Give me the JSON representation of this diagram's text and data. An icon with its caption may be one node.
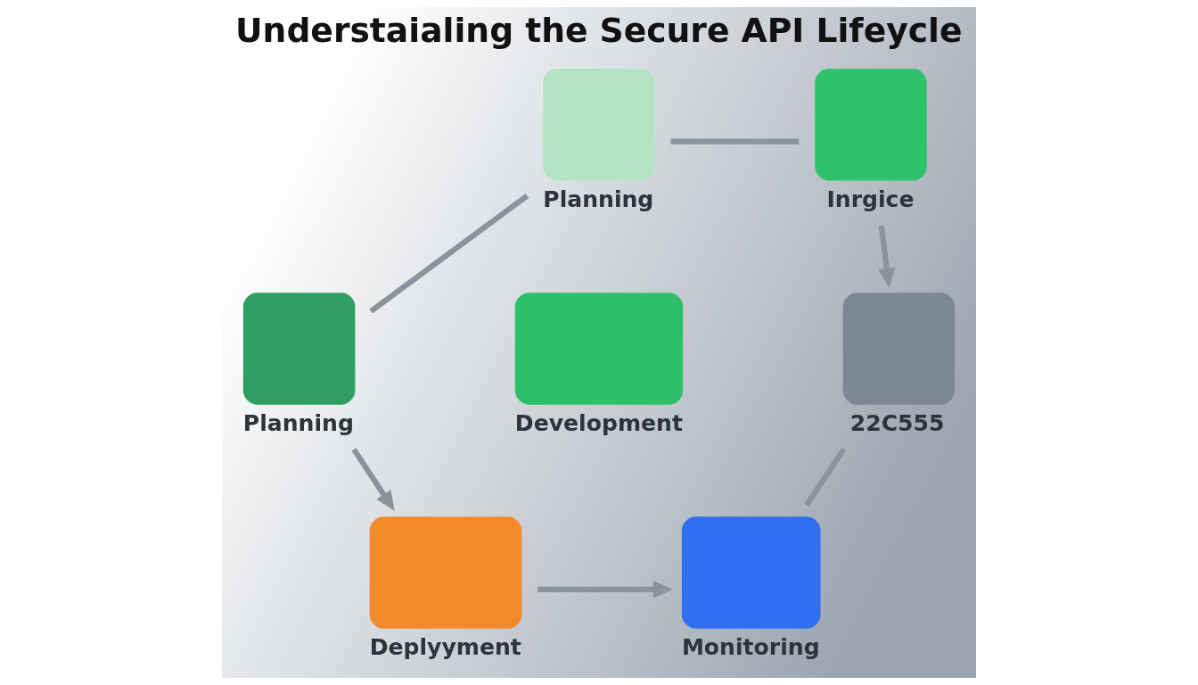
{
  "diagram": {
    "title": "Understaialing the Secure API Lifeycle",
    "nodes": [
      {
        "text": [
          "Planning"
        ]
      },
      {
        "text": [
          "Inrgice"
        ]
      },
      {
        "text": [
          "Planning"
        ]
      },
      {
        "text": [
          "Development"
        ]
      },
      {
        "text": [
          "22C555"
        ]
      },
      {
        "text": [
          "Deplyyment"
        ]
      },
      {
        "text": [
          "Monitoring"
        ]
      }
    ],
    "edges": [
      {
        "from": 0,
        "to": 1,
        "arrow": "none"
      },
      {
        "from": 1,
        "to": 4,
        "arrow": "to"
      },
      {
        "from": 4,
        "to": 6,
        "arrow": "none"
      },
      {
        "from": 5,
        "to": 6,
        "arrow": "to"
      },
      {
        "from": 2,
        "to": 5,
        "arrow": "to"
      },
      {
        "from": 2,
        "to": 0,
        "arrow": "none"
      }
    ]
  }
}
